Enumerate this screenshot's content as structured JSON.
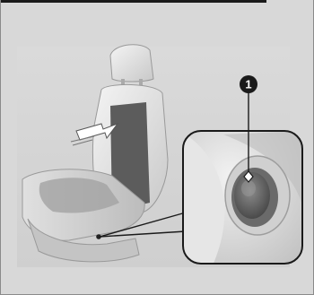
{
  "figure": {
    "callouts": [
      {
        "label": "1"
      }
    ],
    "icons": [
      "seat-illustration",
      "lumbar-arrow-icon",
      "lumbar-switch-detail",
      "callout-marker-1"
    ]
  }
}
